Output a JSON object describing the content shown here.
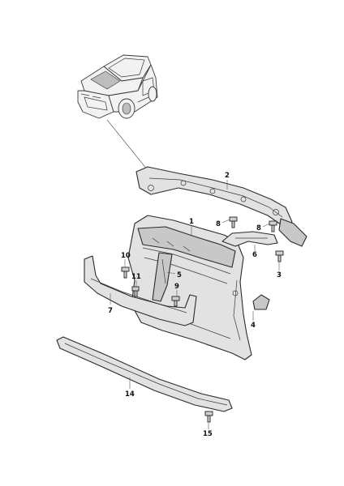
{
  "callouts": [
    {
      "id": "1",
      "label": "1"
    },
    {
      "id": "2",
      "label": "2"
    },
    {
      "id": "3",
      "label": "3"
    },
    {
      "id": "4",
      "label": "4"
    },
    {
      "id": "5",
      "label": "5"
    },
    {
      "id": "6",
      "label": "6"
    },
    {
      "id": "7",
      "label": "7"
    },
    {
      "id": "8a",
      "label": "8"
    },
    {
      "id": "8b",
      "label": "8"
    },
    {
      "id": "9",
      "label": "9"
    },
    {
      "id": "10",
      "label": "10"
    },
    {
      "id": "11",
      "label": "11"
    },
    {
      "id": "14",
      "label": "14"
    },
    {
      "id": "15",
      "label": "15"
    }
  ]
}
